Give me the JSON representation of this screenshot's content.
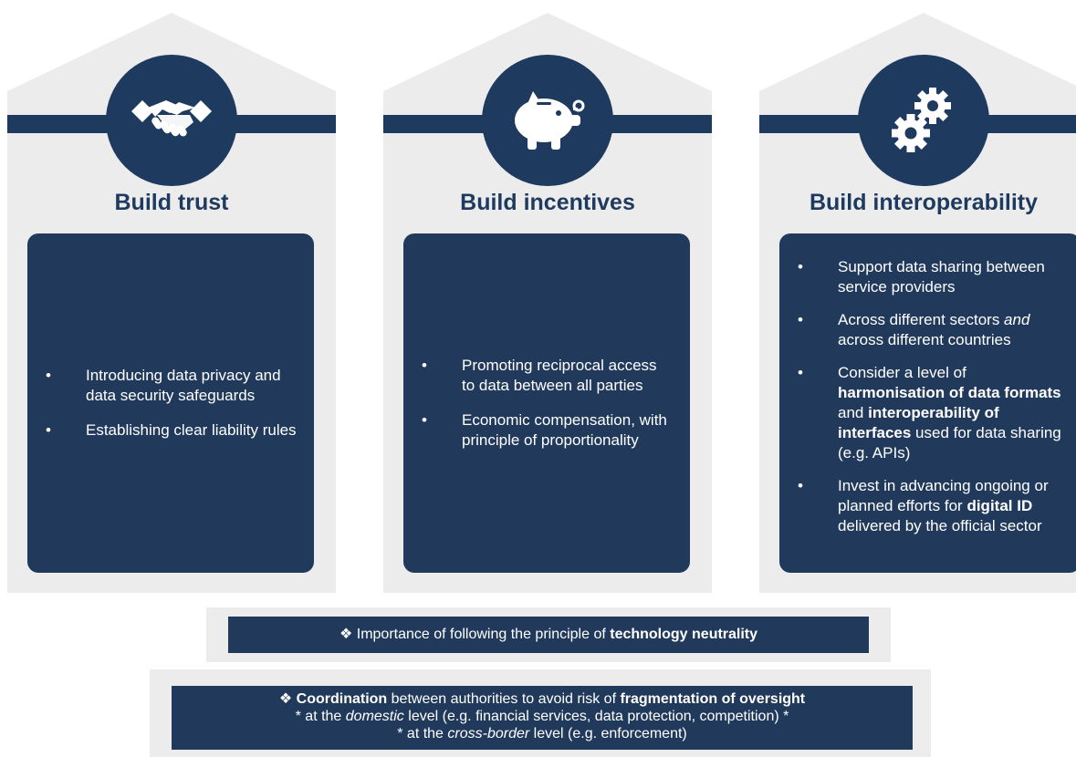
{
  "columns": [
    {
      "title": "Build trust",
      "icon": "handshake-icon",
      "items": [
        [
          {
            "t": "Introducing data privacy and data security safeguards"
          }
        ],
        [
          {
            "t": "Establishing clear liability rules"
          }
        ]
      ]
    },
    {
      "title": "Build incentives",
      "icon": "piggy-bank-icon",
      "items": [
        [
          {
            "t": "Promoting reciprocal access to data between all parties"
          }
        ],
        [
          {
            "t": "Economic compensation, with principle of proportionality"
          }
        ]
      ]
    },
    {
      "title": "Build interoperability",
      "icon": "gears-icon",
      "items": [
        [
          {
            "t": "Support data sharing between service providers"
          }
        ],
        [
          {
            "t": "Across different sectors "
          },
          {
            "t": "and",
            "i": 1
          },
          {
            "t": " across different countries"
          }
        ],
        [
          {
            "t": "Consider a level of "
          },
          {
            "t": "harmonisation of data formats",
            "b": 1
          },
          {
            "t": " and "
          },
          {
            "t": "interoperability of interfaces",
            "b": 1
          },
          {
            "t": " used for data sharing (e.g. APIs)"
          }
        ],
        [
          {
            "t": "Invest in advancing ongoing or planned efforts for "
          },
          {
            "t": "digital ID",
            "b": 1
          },
          {
            "t": " delivered by the official sector"
          }
        ]
      ]
    }
  ],
  "neutrality": {
    "bullet": "❖",
    "text": "Importance of following the principle of ",
    "bold": "technology neutrality"
  },
  "coordination": {
    "bullet": "❖",
    "line1": [
      {
        "t": "Coordination",
        "b": 1
      },
      {
        "t": " between authorities to avoid risk of "
      },
      {
        "t": "fragmentation of oversight",
        "b": 1
      }
    ],
    "line2": [
      {
        "t": "* at the "
      },
      {
        "t": "domestic",
        "i": 1
      },
      {
        "t": " level (e.g. financial services, data protection, competition) *"
      }
    ],
    "line3": [
      {
        "t": "* at the "
      },
      {
        "t": "cross-border",
        "i": 1
      },
      {
        "t": " level (e.g. enforcement)"
      }
    ]
  },
  "colors": {
    "navy": "#213a5c",
    "house": "#ececec"
  }
}
